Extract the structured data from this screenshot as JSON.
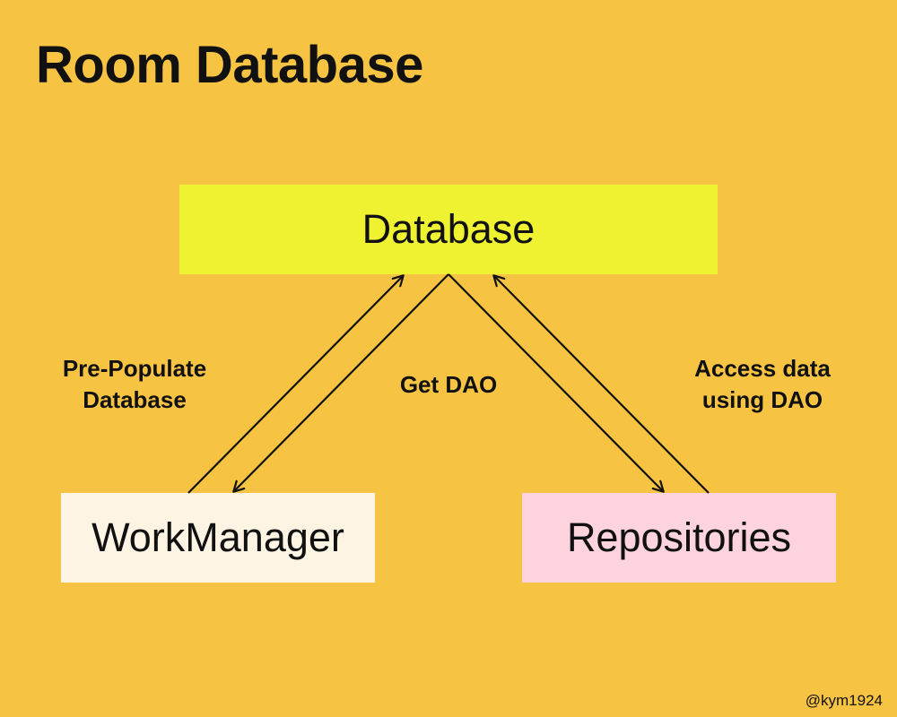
{
  "title": "Room Database",
  "nodes": {
    "database": "Database",
    "workmanager": "WorkManager",
    "repositories": "Repositories"
  },
  "edge_labels": {
    "prepopulate": [
      "Pre-Populate",
      "Database"
    ],
    "get_dao": "Get DAO",
    "access_data": [
      "Access data",
      "using DAO"
    ]
  },
  "handle": "@kym1924",
  "colors": {
    "background": "#f7c343",
    "database_box": "#eff231",
    "workmanager_box": "#fdf4e3",
    "repositories_box": "#fdd3de",
    "text": "#111111"
  }
}
